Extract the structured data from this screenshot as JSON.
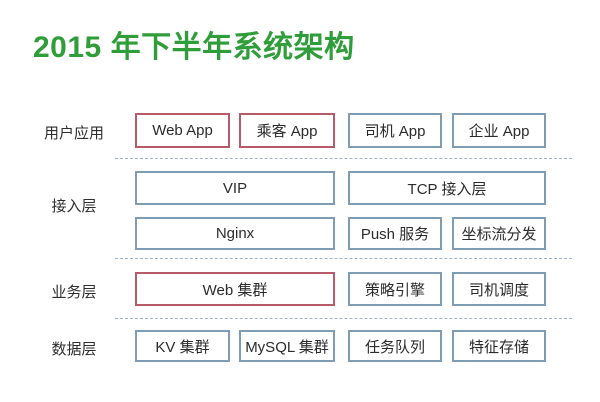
{
  "title": "2015 年下半年系统架构",
  "colors": {
    "title_green": "#2f9e3a",
    "highlight_red_border": "#b85a68",
    "normal_blue_border": "#7e9cb4",
    "separator": "#9fb3c8",
    "text": "#2b2b2b"
  },
  "layers": [
    {
      "label": "用户应用",
      "rows": [
        {
          "boxes": [
            {
              "label": "Web App",
              "variant": "red"
            },
            {
              "label": "乘客 App",
              "variant": "red"
            },
            {
              "label": "司机 App",
              "variant": "blue"
            },
            {
              "label": "企业 App",
              "variant": "blue"
            }
          ]
        }
      ]
    },
    {
      "label": "接入层",
      "rows": [
        {
          "boxes": [
            {
              "label": "VIP",
              "variant": "blue"
            },
            {
              "label": "TCP 接入层",
              "variant": "blue"
            }
          ]
        },
        {
          "boxes": [
            {
              "label": "Nginx",
              "variant": "blue"
            },
            {
              "label": "Push 服务",
              "variant": "blue"
            },
            {
              "label": "坐标流分发",
              "variant": "blue"
            }
          ]
        }
      ]
    },
    {
      "label": "业务层",
      "rows": [
        {
          "boxes": [
            {
              "label": "Web 集群",
              "variant": "red"
            },
            {
              "label": "策略引擎",
              "variant": "blue"
            },
            {
              "label": "司机调度",
              "variant": "blue"
            }
          ]
        }
      ]
    },
    {
      "label": "数据层",
      "rows": [
        {
          "boxes": [
            {
              "label": "KV 集群",
              "variant": "blue"
            },
            {
              "label": "MySQL 集群",
              "variant": "blue"
            },
            {
              "label": "任务队列",
              "variant": "blue"
            },
            {
              "label": "特征存储",
              "variant": "blue"
            }
          ]
        }
      ]
    }
  ]
}
